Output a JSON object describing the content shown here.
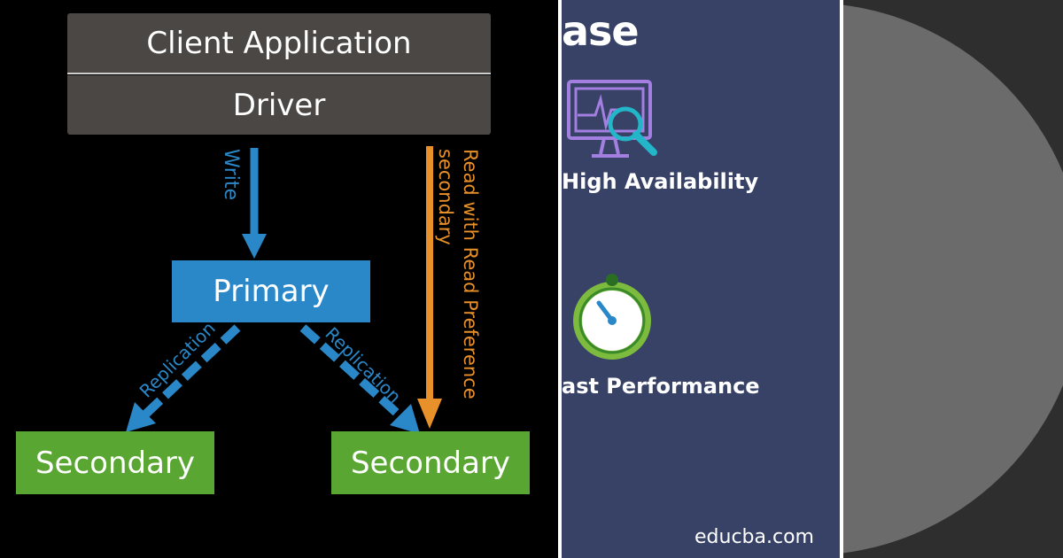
{
  "diagram": {
    "client_label": "Client Application",
    "driver_label": "Driver",
    "write_label": "Write",
    "primary_label": "Primary",
    "replication_left_label": "Replication",
    "replication_right_label": "Replication",
    "read_pref_line1": "Read with Read Preference",
    "read_pref_line2": "secondary",
    "secondary_left_label": "Secondary",
    "secondary_right_label": "Secondary",
    "colors": {
      "box_dark": "#4a4745",
      "primary": "#2a87c8",
      "secondary": "#5aa632",
      "write_arrow": "#2a87c8",
      "read_arrow": "#e8902a"
    }
  },
  "middle": {
    "heading": "ase",
    "features": [
      {
        "label": "High Availability",
        "icon": "monitor-search-icon"
      },
      {
        "label": "ast Performance",
        "icon": "gauge-icon"
      }
    ],
    "site": "educba.com",
    "colors": {
      "background": "#374266",
      "monitor": "#a27fe0",
      "magnifier": "#23b5c8",
      "gauge_ring": "#7cbb3e"
    }
  },
  "right": {
    "colors": {
      "background": "#2e2e2e",
      "circle": "#6b6b6b"
    }
  }
}
